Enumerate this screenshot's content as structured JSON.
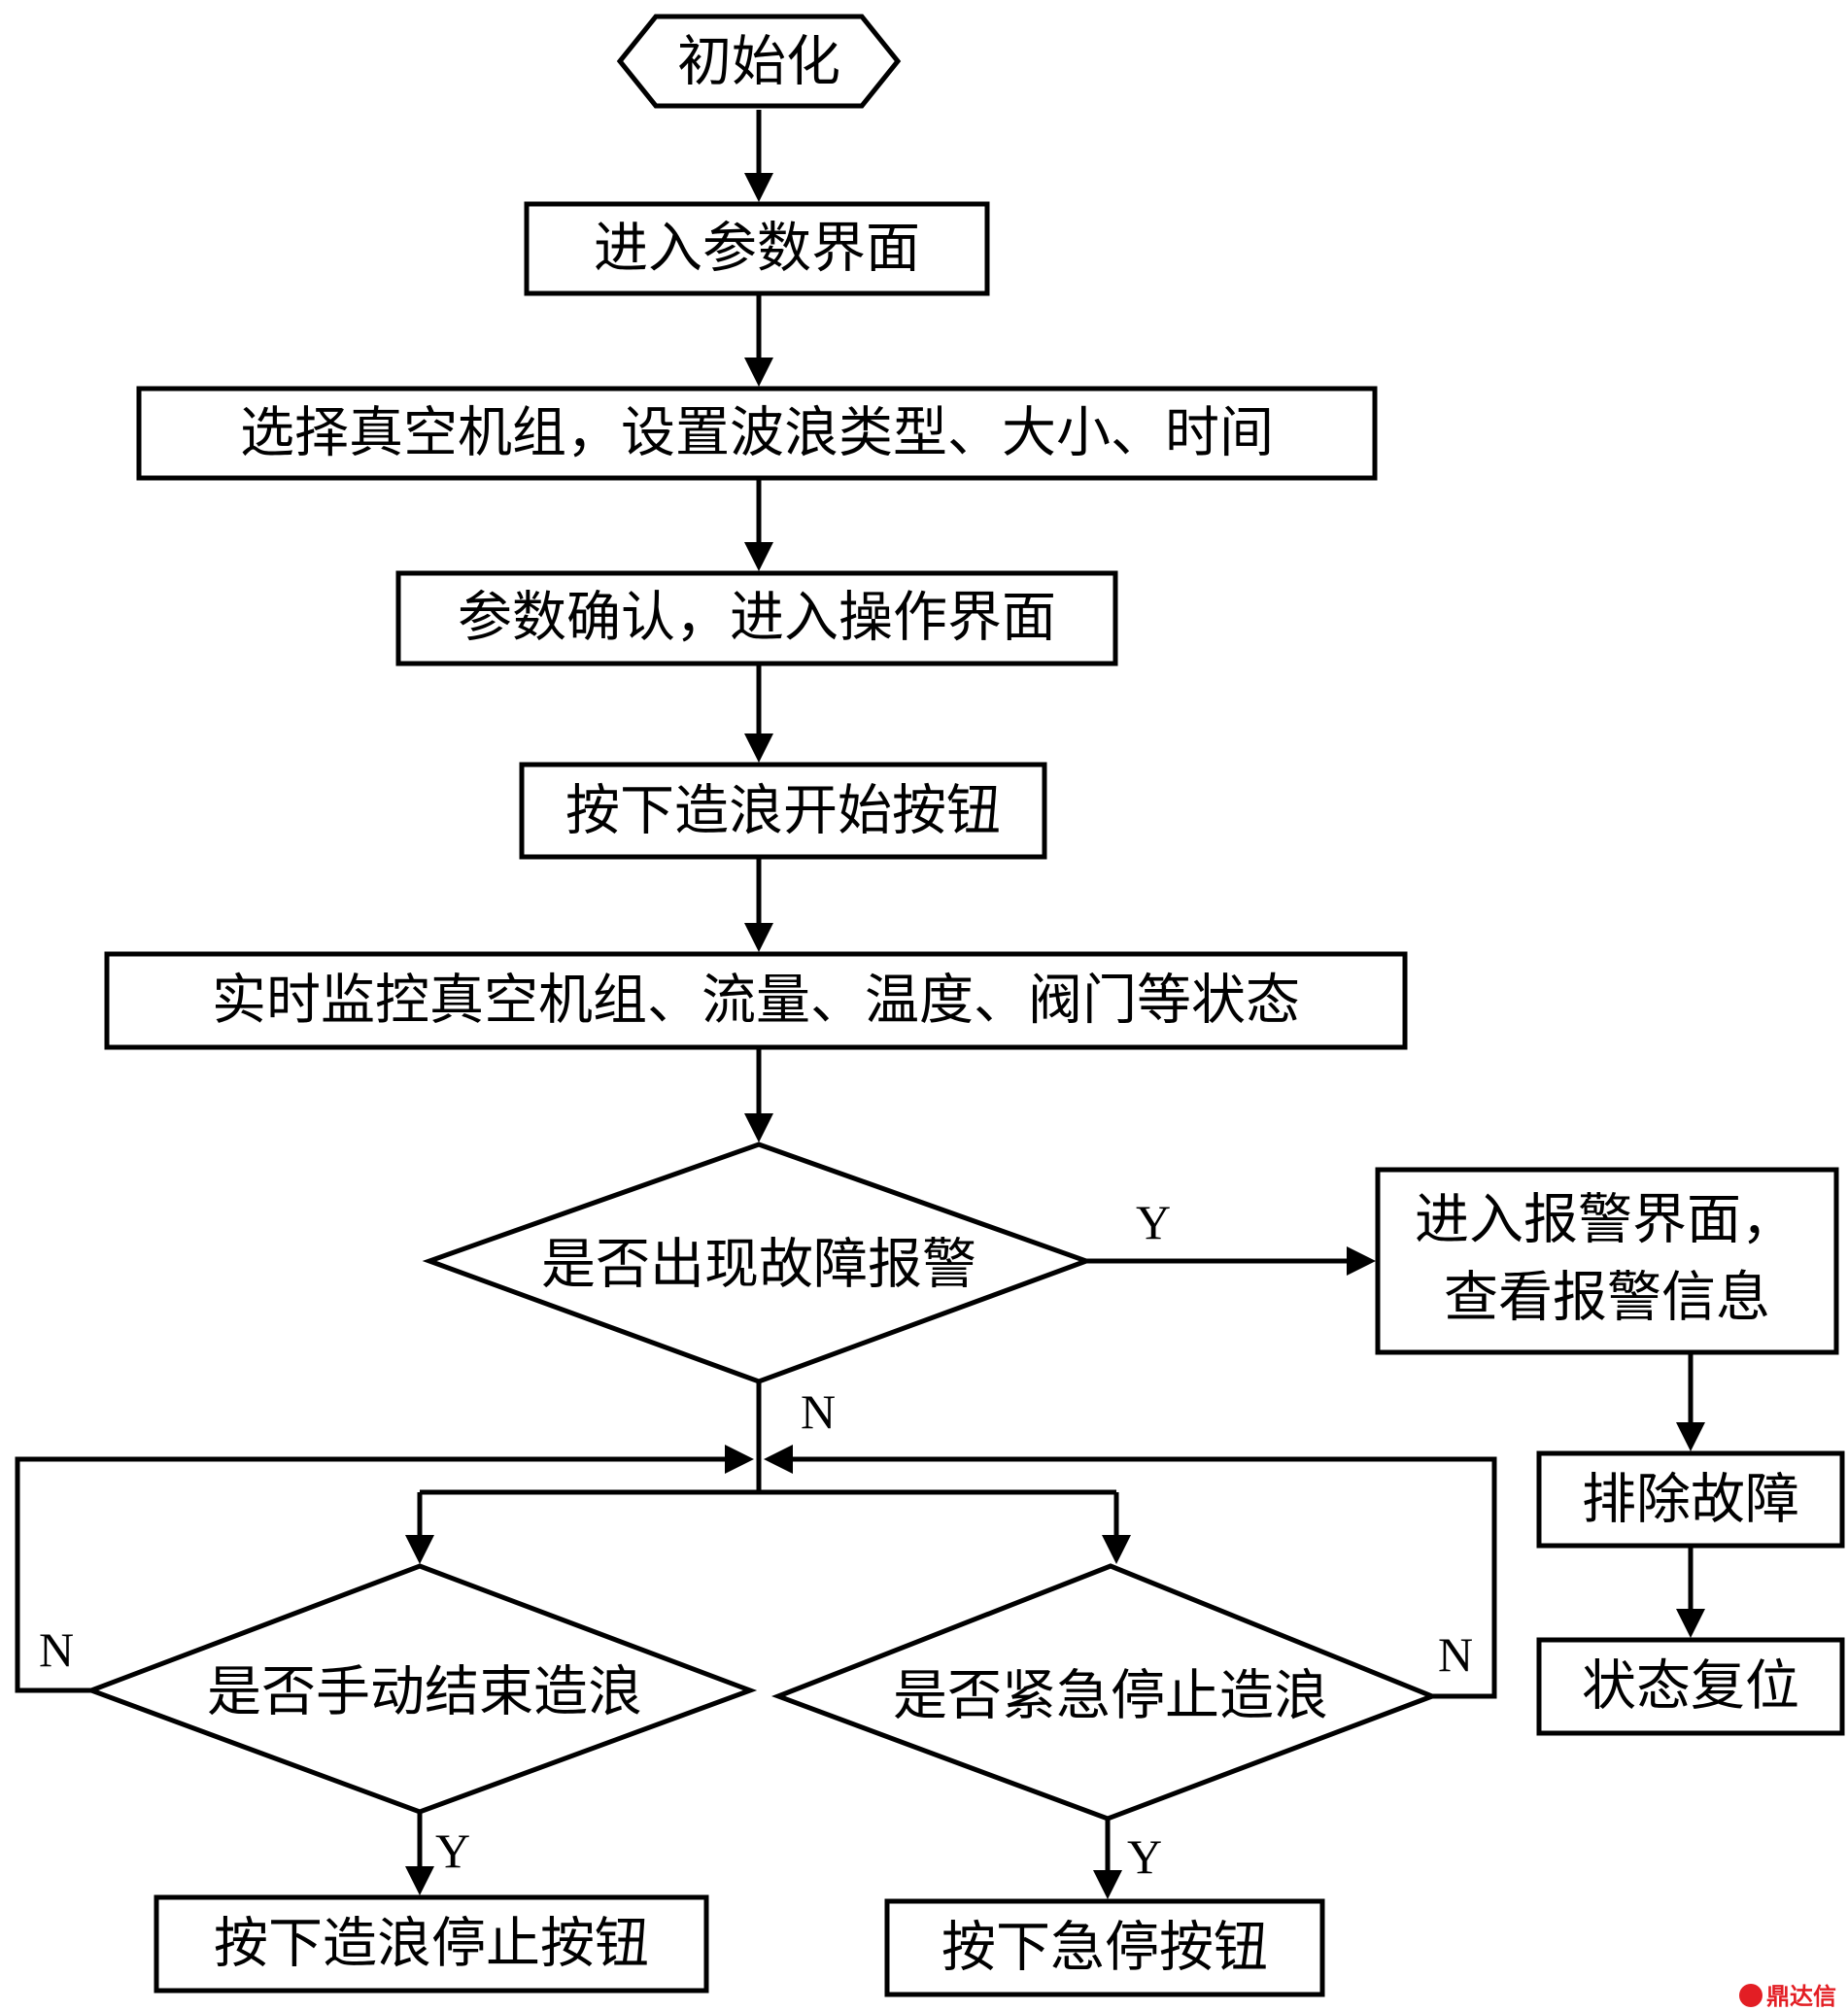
{
  "nodes": {
    "init": "初始化",
    "param_ui": "进入参数界面",
    "select_vacuum": "选择真空机组，设置波浪类型、大小、时间",
    "confirm_params": "参数确认，进入操作界面",
    "press_start": "按下造浪开始按钮",
    "monitor": "实时监控真空机组、流量、温度、阀门等状态",
    "fault_q": "是否出现故障报警",
    "alarm_ui_line1": "进入报警界面，",
    "alarm_ui_line2": "查看报警信息",
    "clear_fault": "排除故障",
    "reset_state": "状态复位",
    "manual_end_q": "是否手动结束造浪",
    "emergency_q": "是否紧急停止造浪",
    "press_stop": "按下造浪停止按钮",
    "press_estop": "按下急停按钮"
  },
  "edge_labels": {
    "fault_yes": "Y",
    "fault_no": "N",
    "manual_no": "N",
    "manual_yes": "Y",
    "emergency_no": "N",
    "emergency_yes": "Y"
  },
  "watermark": "鼎达信"
}
